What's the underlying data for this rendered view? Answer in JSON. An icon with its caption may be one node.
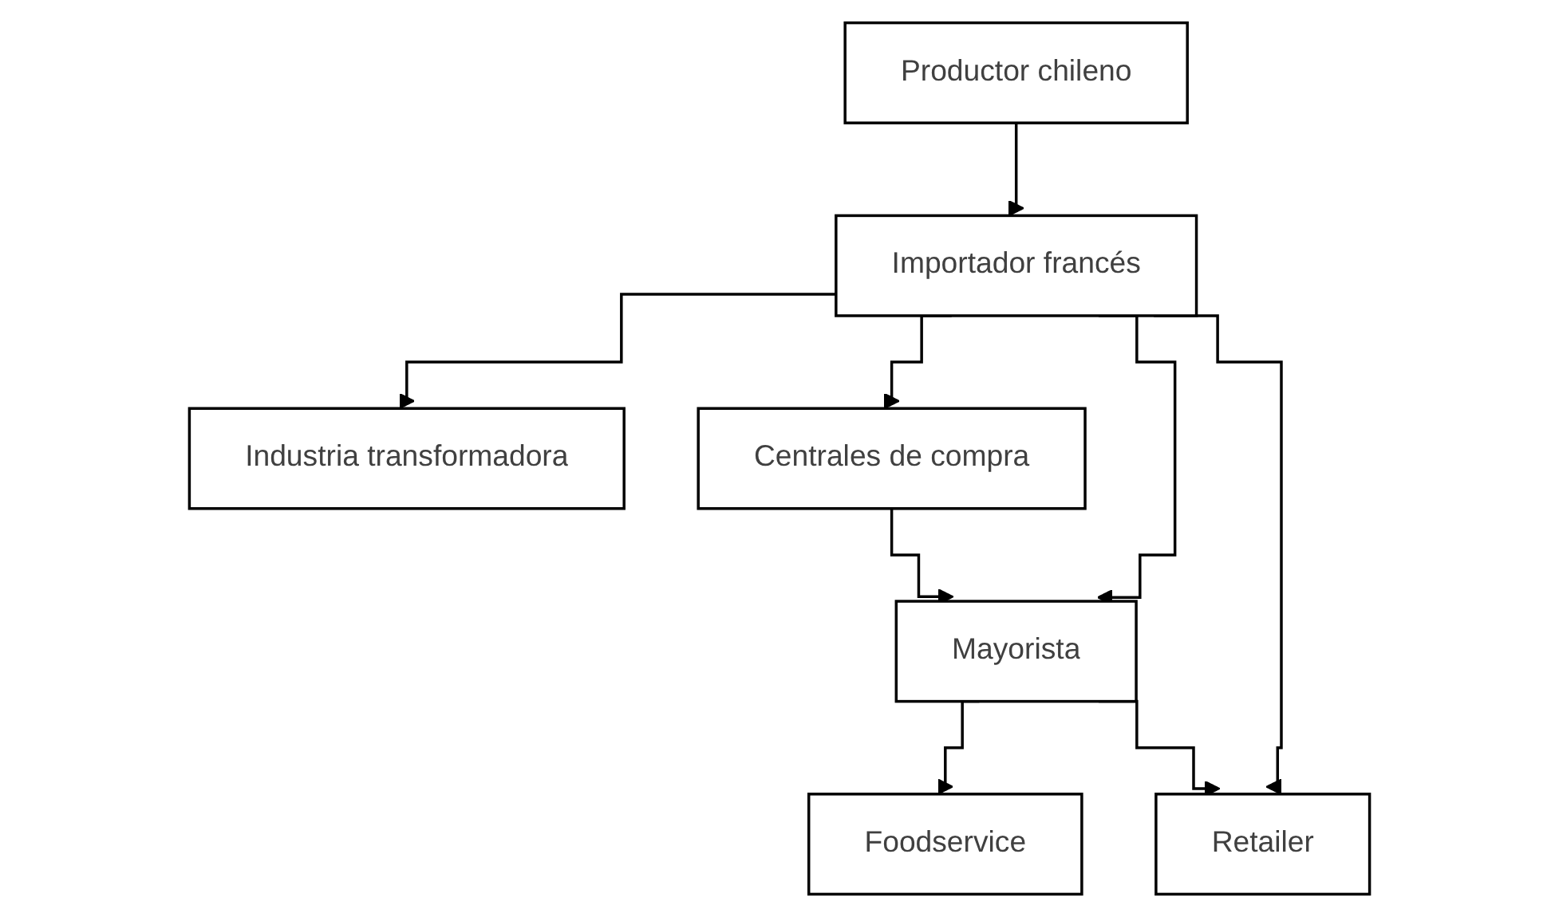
{
  "diagram": {
    "nodes": [
      {
        "text": [
          "Productor chileno"
        ]
      },
      {
        "text": [
          "Importador francés"
        ]
      },
      {
        "text": [
          "Industria transformadora"
        ]
      },
      {
        "text": [
          "Centrales de compra"
        ]
      },
      {
        "text": [
          "Mayorista"
        ]
      },
      {
        "text": [
          "Foodservice"
        ]
      },
      {
        "text": [
          "Retailer"
        ]
      }
    ],
    "edges": [
      {
        "from": 0,
        "to": 1,
        "arrow": "to"
      },
      {
        "from": 1,
        "to": 2,
        "arrow": "to"
      },
      {
        "from": 1,
        "to": 3,
        "arrow": "to"
      },
      {
        "from": 1,
        "to": 4,
        "arrow": "to"
      },
      {
        "from": 1,
        "to": 6,
        "arrow": "to"
      },
      {
        "from": 3,
        "to": 4,
        "arrow": "to"
      },
      {
        "from": 4,
        "to": 5,
        "arrow": "to"
      },
      {
        "from": 4,
        "to": 6,
        "arrow": "to"
      }
    ]
  }
}
